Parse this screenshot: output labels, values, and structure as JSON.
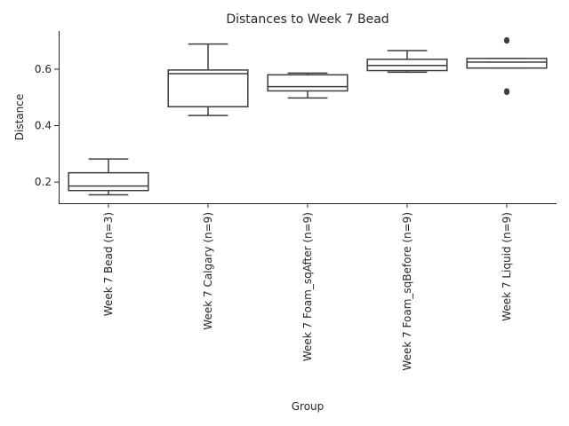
{
  "chart_data": {
    "type": "box",
    "title": "Distances to Week 7 Bead",
    "xlabel": "Group",
    "ylabel": "Distance",
    "ylim": [
      0.125,
      0.735
    ],
    "yticks": [
      0.2,
      0.4,
      0.6
    ],
    "ytick_labels": [
      "0.2",
      "0.4",
      "0.6"
    ],
    "grid": false,
    "box_color": "#ffffff",
    "line_color": "#3d3d3d",
    "categories": [
      "Week 7 Bead (n=3)",
      "Week 7 Calgary (n=9)",
      "Week 7 Foam_sqAfter (n=9)",
      "Week 7 Foam_sqBefore (n=9)",
      "Week 7 Liquid (n=9)"
    ],
    "boxes": [
      {
        "whisker_low": 0.155,
        "q1": 0.17,
        "median": 0.186,
        "q3": 0.233,
        "whisker_high": 0.282,
        "outliers": []
      },
      {
        "whisker_low": 0.436,
        "q1": 0.467,
        "median": 0.584,
        "q3": 0.597,
        "whisker_high": 0.689,
        "outliers": []
      },
      {
        "whisker_low": 0.498,
        "q1": 0.523,
        "median": 0.538,
        "q3": 0.58,
        "whisker_high": 0.586,
        "outliers": []
      },
      {
        "whisker_low": 0.589,
        "q1": 0.595,
        "median": 0.613,
        "q3": 0.635,
        "whisker_high": 0.666,
        "outliers": []
      },
      {
        "whisker_low": 0.604,
        "q1": 0.604,
        "median": 0.625,
        "q3": 0.638,
        "whisker_high": 0.638,
        "outliers": [
          0.518,
          0.523,
          0.7,
          0.704
        ]
      }
    ]
  }
}
